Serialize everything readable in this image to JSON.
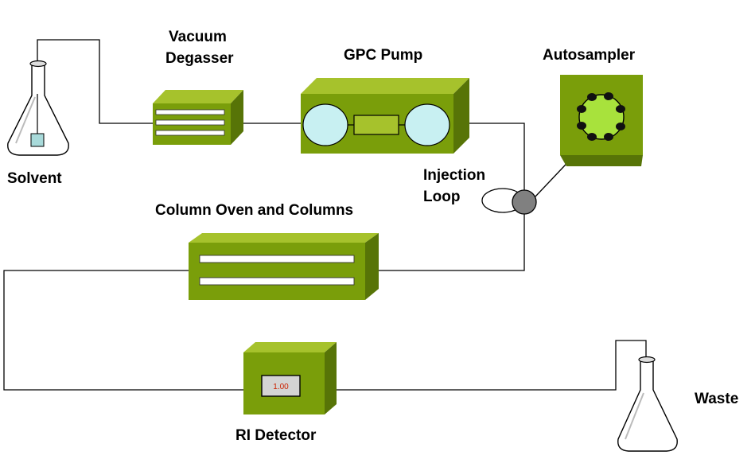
{
  "labels": {
    "solvent": "Solvent",
    "vacuum_degasser_line1": "Vacuum",
    "vacuum_degasser_line2": "Degasser",
    "gpc_pump": "GPC Pump",
    "autosampler": "Autosampler",
    "injection_loop_line1": "Injection",
    "injection_loop_line2": "Loop",
    "column_oven": "Column Oven and Columns",
    "ri_detector": "RI Detector",
    "waste": "Waste"
  },
  "detector_readout": "1.00",
  "colors": {
    "box_front": "#7a9e0a",
    "box_top": "#a6c22c",
    "box_side": "#577407",
    "pump_heads": "#c8f0f2",
    "sampler_ring": "#a8e23c",
    "valve": "#808080",
    "readout_text": "#cc2200"
  }
}
